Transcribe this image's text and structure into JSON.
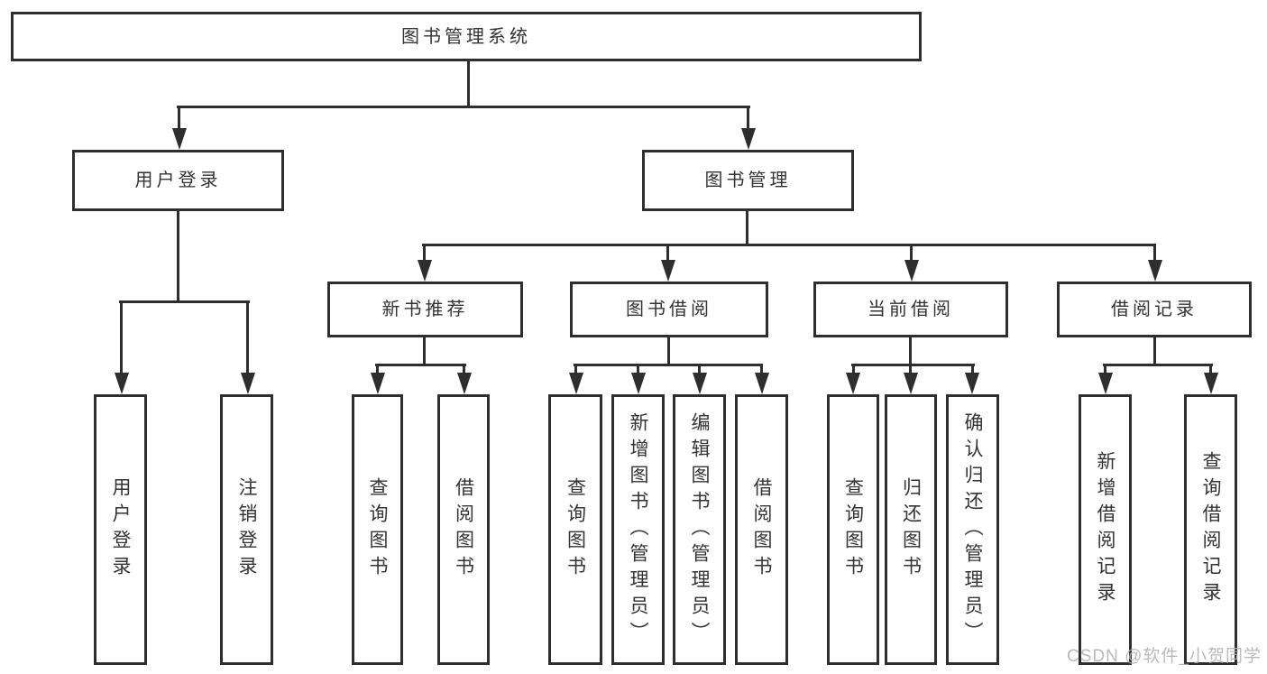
{
  "diagram": {
    "nodes": {
      "root": "图书管理系统",
      "user_login": "用户登录",
      "book_mgmt": "图书管理",
      "new_book_rec": "新书推荐",
      "book_borrow": "图书借阅",
      "current_borrow": "当前借阅",
      "borrow_records": "借阅记录",
      "ul_login": "用户登录",
      "ul_logout": "注销登录",
      "nbr_query": "查询图书",
      "nbr_borrow": "借阅图书",
      "bb_query": "查询图书",
      "bb_add": "新增图书（管理员）",
      "bb_edit": "编辑图书（管理员）",
      "bb_borrow": "借阅图书",
      "cb_query": "查询图书",
      "cb_return": "归还图书",
      "cb_confirm": "确认归还（管理员）",
      "br_add": "新增借阅记录",
      "br_query": "查询借阅记录"
    }
  },
  "watermark": "CSDN @软件_小贺同学",
  "colors": {
    "line": "#2e2e2e",
    "text": "#333333",
    "watermark": "#b2b2b2",
    "background": "#ffffff"
  }
}
